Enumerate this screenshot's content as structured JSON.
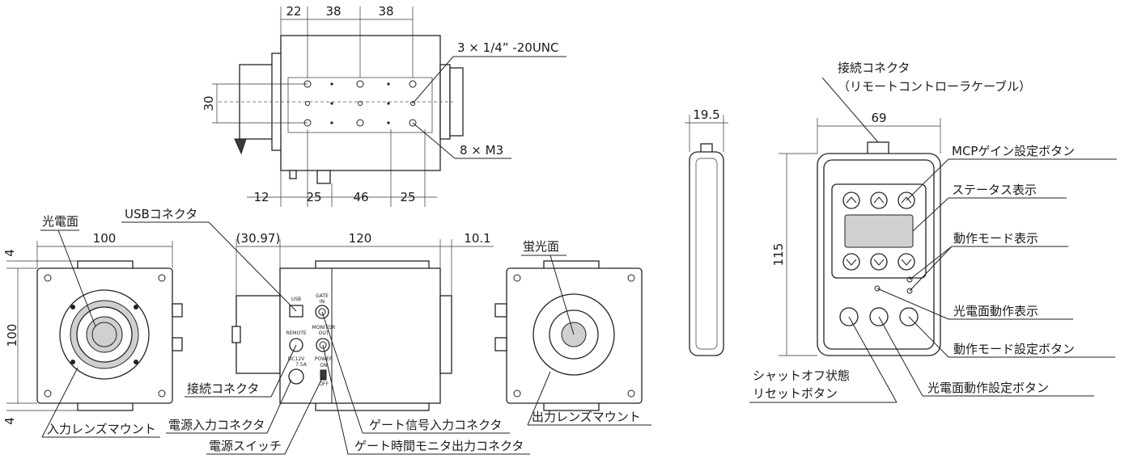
{
  "top_view": {
    "dims_top": [
      "22",
      "38",
      "38"
    ],
    "dims_bottom": [
      "12",
      "25",
      "46",
      "25"
    ],
    "dim_left": "30",
    "callout_screw": "3 × 1/4” -20UNC",
    "callout_m3": "8 × M3"
  },
  "front_view": {
    "dim_width": "100",
    "dim_height": "100",
    "dim_top": "4",
    "dim_bottom": "4",
    "label_photocathode": "光電面",
    "label_input_mount": "入力レンズマウント"
  },
  "side_view": {
    "dim_left": "(30.97)",
    "dim_length": "120",
    "dim_right": "10.1",
    "label_usb": "USBコネクタ",
    "label_connector": "接続コネクタ",
    "label_power_in": "電源入力コネクタ",
    "label_power_switch": "電源スイッチ",
    "label_gate_in": "ゲート信号入力コネクタ",
    "label_gate_monitor": "ゲート時間モニタ出力コネクタ",
    "panel_usb": "USB",
    "panel_gate": "GATE",
    "panel_in": "IN",
    "panel_remote": "REMOTE",
    "panel_monitor": "MONITOR",
    "panel_out": "OUT",
    "panel_dc": "DC12V",
    "panel_amp": "7.5A",
    "panel_power": "POWER",
    "panel_on": "ON",
    "panel_off": "OFF"
  },
  "rear_view": {
    "label_phosphor": "蛍光面",
    "label_output_mount": "出力レンズマウント"
  },
  "remote_side": {
    "dim_thickness": "19.5"
  },
  "remote_front": {
    "dim_width": "69",
    "dim_height": "115",
    "label_connector_line1": "接続コネクタ",
    "label_connector_line2": "（リモートコントローラケーブル）",
    "label_mcp": "MCPゲイン設定ボタン",
    "label_status": "ステータス表示",
    "label_mode_display": "動作モード表示",
    "label_photocathode_display": "光電面動作表示",
    "label_mode_set": "動作モード設定ボタン",
    "label_photocathode_set": "光電面動作設定ボタン",
    "label_reset_line1": "シャットオフ状態",
    "label_reset_line2": "リセットボタン"
  }
}
